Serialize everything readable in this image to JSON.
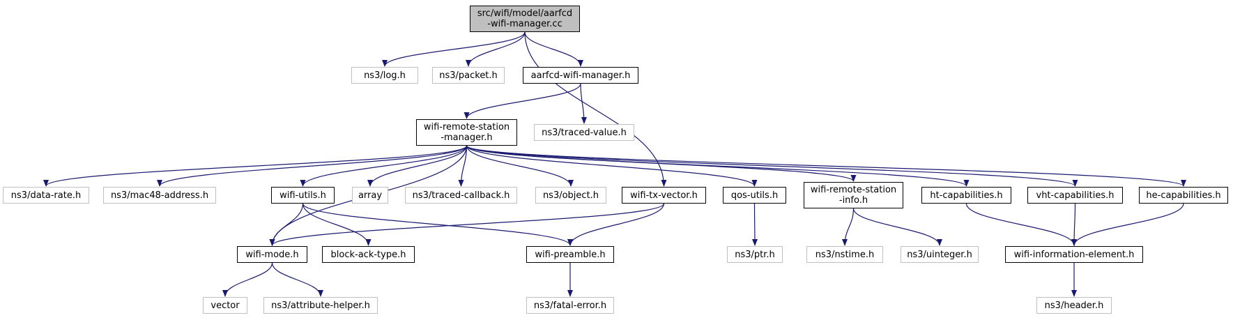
{
  "colors": {
    "edge": "#191970",
    "root_fill": "#bfbfbf",
    "external_border": "#bfbfbf",
    "local_border": "#000000"
  },
  "nodes": {
    "root": {
      "label": "src/wifi/model/aarfcd\n-wifi-manager.cc",
      "kind": "root"
    },
    "log": {
      "label": "ns3/log.h",
      "kind": "external"
    },
    "packet": {
      "label": "ns3/packet.h",
      "kind": "external"
    },
    "aarfcd": {
      "label": "aarfcd-wifi-manager.h",
      "kind": "local"
    },
    "wrsm": {
      "label": "wifi-remote-station\n-manager.h",
      "kind": "local"
    },
    "traced_value": {
      "label": "ns3/traced-value.h",
      "kind": "external"
    },
    "data_rate": {
      "label": "ns3/data-rate.h",
      "kind": "external"
    },
    "mac48": {
      "label": "ns3/mac48-address.h",
      "kind": "external"
    },
    "wifi_utils": {
      "label": "wifi-utils.h",
      "kind": "local"
    },
    "array": {
      "label": "array",
      "kind": "external"
    },
    "traced_callback": {
      "label": "ns3/traced-callback.h",
      "kind": "external"
    },
    "object": {
      "label": "ns3/object.h",
      "kind": "external"
    },
    "wifi_tx_vector": {
      "label": "wifi-tx-vector.h",
      "kind": "local"
    },
    "qos_utils": {
      "label": "qos-utils.h",
      "kind": "local"
    },
    "wrsi": {
      "label": "wifi-remote-station\n-info.h",
      "kind": "local"
    },
    "ht_cap": {
      "label": "ht-capabilities.h",
      "kind": "local"
    },
    "vht_cap": {
      "label": "vht-capabilities.h",
      "kind": "local"
    },
    "he_cap": {
      "label": "he-capabilities.h",
      "kind": "local"
    },
    "wifi_mode": {
      "label": "wifi-mode.h",
      "kind": "local"
    },
    "block_ack": {
      "label": "block-ack-type.h",
      "kind": "local"
    },
    "wifi_preamble": {
      "label": "wifi-preamble.h",
      "kind": "local"
    },
    "ptr": {
      "label": "ns3/ptr.h",
      "kind": "external"
    },
    "nstime": {
      "label": "ns3/nstime.h",
      "kind": "external"
    },
    "uinteger": {
      "label": "ns3/uinteger.h",
      "kind": "external"
    },
    "wie": {
      "label": "wifi-information-element.h",
      "kind": "local"
    },
    "vector": {
      "label": "vector",
      "kind": "external"
    },
    "attr_helper": {
      "label": "ns3/attribute-helper.h",
      "kind": "external"
    },
    "fatal_error": {
      "label": "ns3/fatal-error.h",
      "kind": "external"
    },
    "header": {
      "label": "ns3/header.h",
      "kind": "external"
    }
  },
  "edges": [
    [
      "root",
      "log"
    ],
    [
      "root",
      "packet"
    ],
    [
      "root",
      "aarfcd"
    ],
    [
      "root",
      "wifi_tx_vector"
    ],
    [
      "aarfcd",
      "wrsm"
    ],
    [
      "aarfcd",
      "traced_value"
    ],
    [
      "wrsm",
      "data_rate"
    ],
    [
      "wrsm",
      "mac48"
    ],
    [
      "wrsm",
      "wifi_mode"
    ],
    [
      "wrsm",
      "wifi_utils"
    ],
    [
      "wrsm",
      "array"
    ],
    [
      "wrsm",
      "traced_callback"
    ],
    [
      "wrsm",
      "object"
    ],
    [
      "wrsm",
      "qos_utils"
    ],
    [
      "wrsm",
      "wrsi"
    ],
    [
      "wrsm",
      "ht_cap"
    ],
    [
      "wrsm",
      "vht_cap"
    ],
    [
      "wrsm",
      "he_cap"
    ],
    [
      "wifi_utils",
      "wifi_mode"
    ],
    [
      "wifi_utils",
      "block_ack"
    ],
    [
      "wifi_utils",
      "wifi_preamble"
    ],
    [
      "wifi_tx_vector",
      "wifi_mode"
    ],
    [
      "wifi_tx_vector",
      "wifi_preamble"
    ],
    [
      "qos_utils",
      "ptr"
    ],
    [
      "wrsi",
      "nstime"
    ],
    [
      "wrsi",
      "uinteger"
    ],
    [
      "ht_cap",
      "wie"
    ],
    [
      "vht_cap",
      "wie"
    ],
    [
      "he_cap",
      "wie"
    ],
    [
      "wifi_mode",
      "vector"
    ],
    [
      "wifi_mode",
      "attr_helper"
    ],
    [
      "wifi_preamble",
      "fatal_error"
    ],
    [
      "wie",
      "header"
    ]
  ]
}
